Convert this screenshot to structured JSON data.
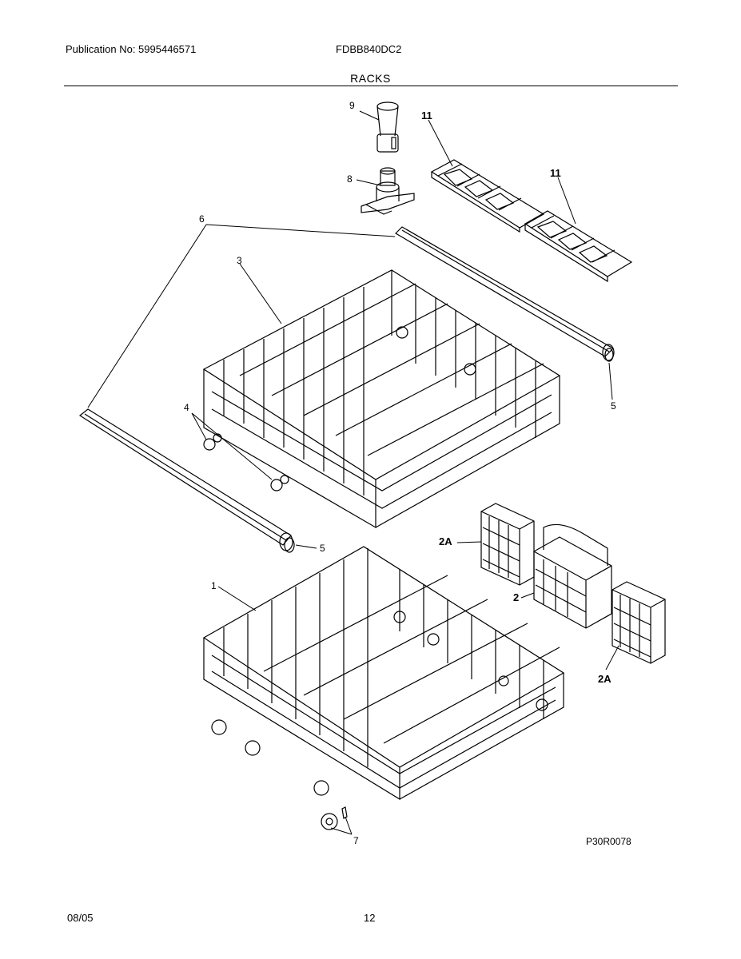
{
  "header": {
    "publication": "Publication No: 5995446571",
    "model": "FDBB840DC2",
    "section_title": "RACKS"
  },
  "callouts": {
    "item_1": "1",
    "item_2": "2",
    "item_2a": "2A",
    "item_3": "3",
    "item_4": "4",
    "item_5": "5",
    "item_6": "6",
    "item_7": "7",
    "item_8": "8",
    "item_9": "9",
    "item_11": "11"
  },
  "figure_code": "P30R0078",
  "footer": {
    "date": "08/05",
    "page_number": "12"
  }
}
